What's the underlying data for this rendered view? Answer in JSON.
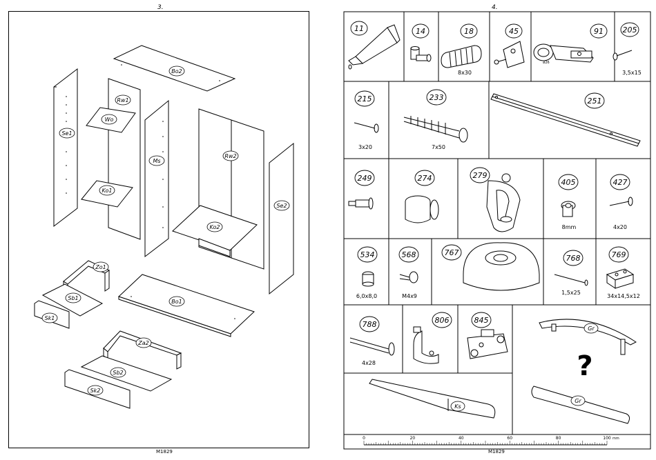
{
  "page_left": {
    "page_number": "3.",
    "footer_code": "M1829",
    "parts": [
      {
        "id": "Bo2"
      },
      {
        "id": "Rw1"
      },
      {
        "id": "Wo"
      },
      {
        "id": "Se1"
      },
      {
        "id": "Ms"
      },
      {
        "id": "Rw2"
      },
      {
        "id": "Ko1"
      },
      {
        "id": "Ko2"
      },
      {
        "id": "Se2"
      },
      {
        "id": "Zo1"
      },
      {
        "id": "Sb1"
      },
      {
        "id": "Sk1"
      },
      {
        "id": "Bo1"
      },
      {
        "id": "Za2"
      },
      {
        "id": "Sb2"
      },
      {
        "id": "Sk2"
      }
    ]
  },
  "page_right": {
    "page_number": "4.",
    "footer_code": "M1829",
    "hardware": [
      {
        "num": "11",
        "dim": ""
      },
      {
        "num": "14",
        "dim": ""
      },
      {
        "num": "18",
        "dim": "8x30"
      },
      {
        "num": "45",
        "dim": ""
      },
      {
        "num": "91",
        "dim": "",
        "sub": "ø26"
      },
      {
        "num": "205",
        "dim": "3,5x15"
      },
      {
        "num": "215",
        "dim": "3x20"
      },
      {
        "num": "233",
        "dim": "7x50"
      },
      {
        "num": "251",
        "dim": ""
      },
      {
        "num": "249",
        "dim": ""
      },
      {
        "num": "274",
        "dim": ""
      },
      {
        "num": "279",
        "dim": ""
      },
      {
        "num": "405",
        "dim": "8mm"
      },
      {
        "num": "427",
        "dim": "4x20"
      },
      {
        "num": "534",
        "dim": "6,0x8,0"
      },
      {
        "num": "568",
        "dim": "M4x9"
      },
      {
        "num": "767",
        "dim": ""
      },
      {
        "num": "768",
        "dim": "1,5x25"
      },
      {
        "num": "769",
        "dim": "34x14,5x12"
      },
      {
        "num": "788",
        "dim": "4x28"
      },
      {
        "num": "806",
        "dim": ""
      },
      {
        "num": "845",
        "dim": ""
      }
    ],
    "handle_label": "Gr",
    "handle_question": "?",
    "ks_label": "Ks",
    "ruler": {
      "labels": [
        "0",
        "20",
        "40",
        "60",
        "80",
        "100"
      ],
      "unit": "mm"
    }
  }
}
